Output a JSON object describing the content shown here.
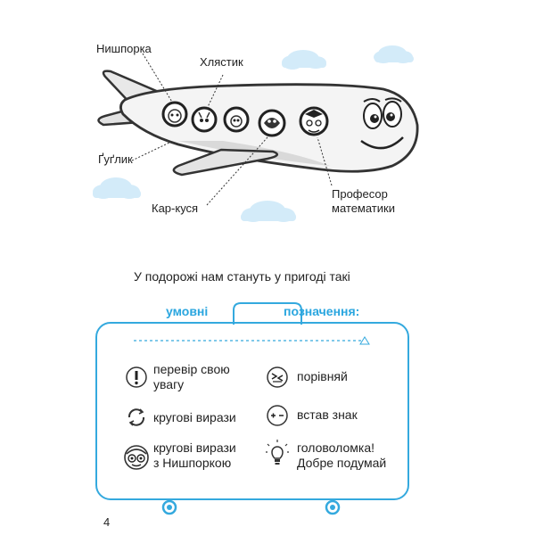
{
  "characters": {
    "nyshporka": "Нишпорка",
    "khliastyk": "Хлястик",
    "gugl": "Ґуґлик",
    "karkusia": "Кар-куся",
    "professor_line1": "Професор",
    "professor_line2": "математики"
  },
  "intro": "У подорожі нам стануть у пригоді такі",
  "legend": {
    "word_left": "умовні",
    "word_right": "позначення:",
    "items": [
      {
        "icon": "exclamation-icon",
        "line1": "перевір свою",
        "line2": "увагу"
      },
      {
        "icon": "compare-icon",
        "line1": "порівняй",
        "line2": ""
      },
      {
        "icon": "circular-arrows-icon",
        "line1": "кругові вирази",
        "line2": ""
      },
      {
        "icon": "plus-minus-icon",
        "line1": "встав знак",
        "line2": ""
      },
      {
        "icon": "nyshporka-face-icon",
        "line1": "кругові вирази",
        "line2": "з Нишпоркою"
      },
      {
        "icon": "lightbulb-icon",
        "line1": "головоломка!",
        "line2": "Добре подумай"
      }
    ]
  },
  "colors": {
    "accent": "#2aa6df",
    "cloud": "#cfe9f8",
    "suitcase": "#34a9de"
  },
  "page_number": "4"
}
